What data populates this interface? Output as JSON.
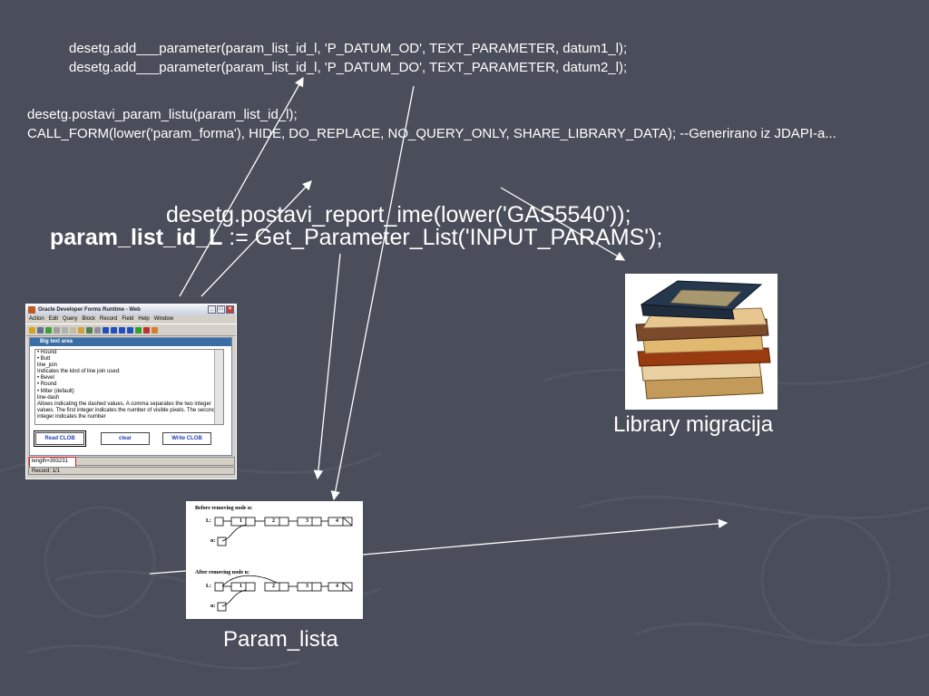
{
  "code_lines": [
    "desetg.add___parameter(param_list_id_l, 'P_DATUM_OD', TEXT_PARAMETER, datum1_l);",
    "desetg.add___parameter(param_list_id_l, 'P_DATUM_DO', TEXT_PARAMETER, datum2_l);",
    "desetg.postavi_param_listu(param_list_id_l);",
    "CALL_FORM(lower('param_forma'), HIDE, DO_REPLACE, NO_QUERY_ONLY, SHARE_LIBRARY_DATA); --Generirano iz JDAPI-a..."
  ],
  "big_lines": {
    "report": "desetg.postavi_report_ime(lower('GAS5540'));",
    "param_bold": "param_list_id_L",
    "param_rest": " := Get_Parameter_List('INPUT_PARAMS');"
  },
  "captions": {
    "library": "Library migracija",
    "param": "Param_lista"
  },
  "forms_window": {
    "title": "Oracle Developer Forms Runtime - Web",
    "menu": [
      "Action",
      "Edit",
      "Query",
      "Block",
      "Record",
      "Field",
      "Help",
      "Window"
    ],
    "inner_title": "Big text area",
    "text_lines": [
      "•            Round",
      "•            Butt",
      "line_join",
      "Indicates the kind of line join used:",
      "•            Bevel",
      "•            Round",
      "•            Miter (default)",
      "line-dash",
      "Allows indicating the dashed values. A comma separates the two integer",
      "values. The first integer indicates the number of visible pixels. The second",
      "integer indicates the number"
    ],
    "buttons": [
      "Read CLOB",
      "clear",
      "Write CLOB"
    ],
    "length_text": "length=393231",
    "record_text": "Record: 1/1"
  },
  "diagram": {
    "before_label": "Before removing node n:",
    "after_label": "After removing node n:",
    "list_label": "L:",
    "node_label": "n:",
    "nodes": [
      "1",
      "2",
      "3",
      "4"
    ]
  },
  "colors": {
    "background": "#4a4e5a",
    "text": "#ffffff",
    "button_text": "#1f3fbf",
    "inner_title_bar": "#3a6ea5"
  }
}
